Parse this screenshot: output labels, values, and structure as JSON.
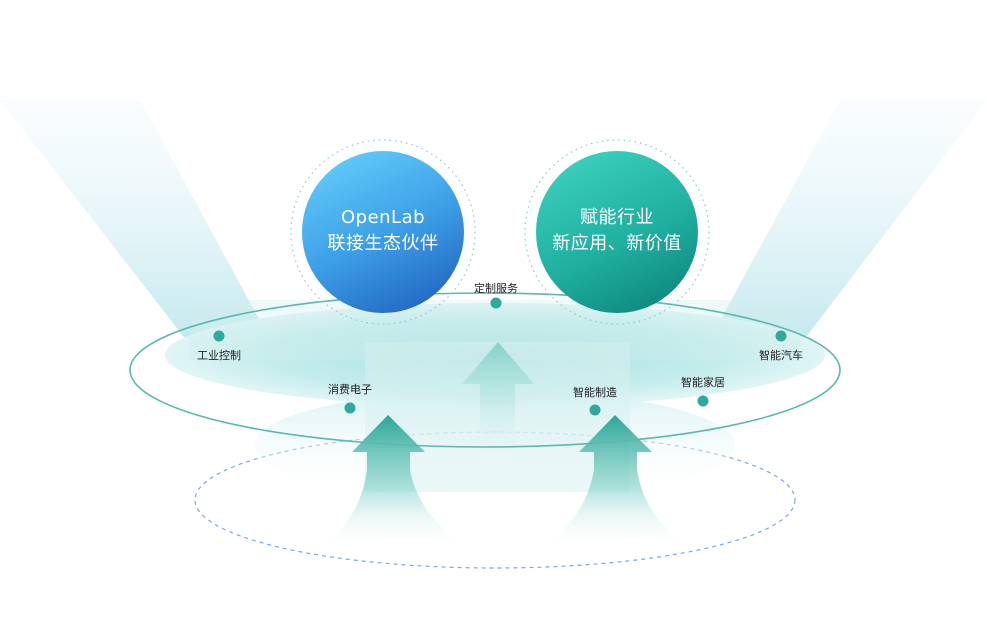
{
  "circles": [
    {
      "line1": "OpenLab",
      "line2": "联接生态伙伴",
      "color_light": "#5ec6f7",
      "color_dark": "#2a78cc"
    },
    {
      "line1": "赋能行业",
      "line2": "新应用、新价值",
      "color_light": "#33c9b8",
      "color_dark": "#128f85"
    }
  ],
  "nodes": [
    {
      "id": "custom",
      "label": "定制服务"
    },
    {
      "id": "industrial",
      "label": "工业控制"
    },
    {
      "id": "auto",
      "label": "智能汽车"
    },
    {
      "id": "consumer",
      "label": "消费电子"
    },
    {
      "id": "manufacturing",
      "label": "智能制造"
    },
    {
      "id": "home",
      "label": "智能家居"
    }
  ],
  "colors": {
    "node": "#2fa99c",
    "ring": "#5ab9ad",
    "arrow": "#1f9d8f",
    "dashed_ring": "#7ea7e0"
  }
}
